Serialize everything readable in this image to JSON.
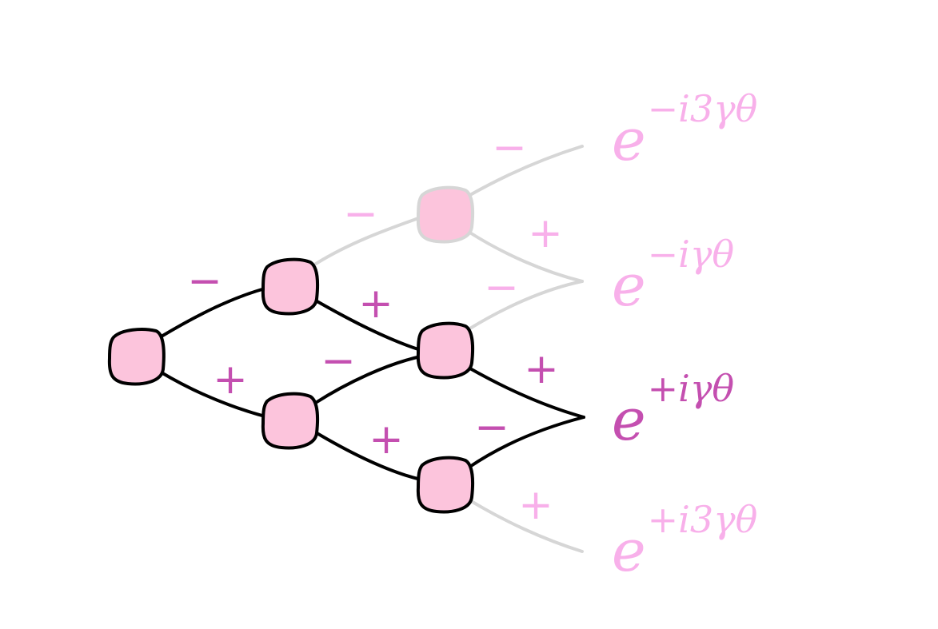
{
  "diagram": {
    "outputs": [
      {
        "base": "e",
        "exponent": "−i3γθ",
        "active": false
      },
      {
        "base": "e",
        "exponent": "−iγθ",
        "active": false
      },
      {
        "base": "e",
        "exponent": "+iγθ",
        "active": true
      },
      {
        "base": "e",
        "exponent": "+i3γθ",
        "active": false
      }
    ],
    "signs": {
      "plus": "+",
      "minus": "−"
    },
    "colors": {
      "node_fill": "#fcc4dc",
      "active_line": "#000000",
      "faded_line": "#d6d6d6",
      "active_text": "#c44fb0",
      "faded_text": "#f8b0ea"
    }
  }
}
